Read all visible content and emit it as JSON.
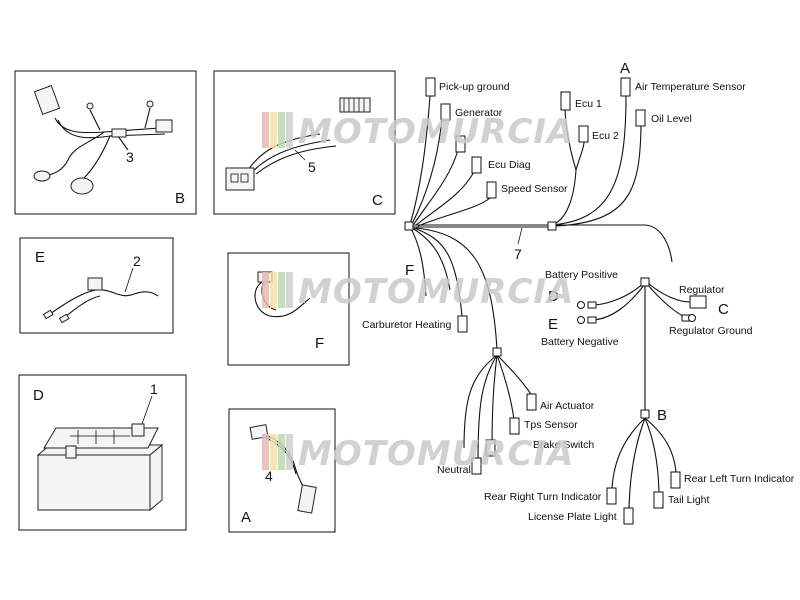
{
  "watermark": "MOTOMURCIA",
  "letters": {
    "a": "A",
    "b": "B",
    "c": "C",
    "d": "D",
    "e": "E",
    "f": "F"
  },
  "numbers": {
    "n1": "1",
    "n2": "2",
    "n3": "3",
    "n4": "4",
    "n5": "5",
    "n7": "7"
  },
  "labels": {
    "pickup_ground": "Pick-up ground",
    "generator": "Generator",
    "ecu_diag": "Ecu Diag",
    "speed_sensor": "Speed Sensor",
    "ecu1": "Ecu 1",
    "ecu2": "Ecu 2",
    "air_temp_sensor": "Air Temperature Sensor",
    "oil_level": "Oil Level",
    "battery_positive": "Battery Positive",
    "battery_negative": "Battery Negative",
    "regulator": "Regulator",
    "regulator_ground": "Regulator Ground",
    "carburetor_heating": "Carburetor Heating",
    "air_actuator": "Air Actuator",
    "tps_sensor": "Tps Sensor",
    "brake_switch": "Brake Switch",
    "neutral": "Neutral",
    "rear_right_turn": "Rear Right Turn Indicator",
    "rear_left_turn": "Rear Left Turn Indicator",
    "license_plate_light": "License Plate Light",
    "tail_light": "Tail Light"
  },
  "colors": {
    "line": "#111111",
    "watermark_text": "#c9c9c9",
    "watermark_stripes": [
      "#e8b8b8",
      "#f2e2a0",
      "#b8dcb0",
      "#d0d0d0"
    ]
  }
}
